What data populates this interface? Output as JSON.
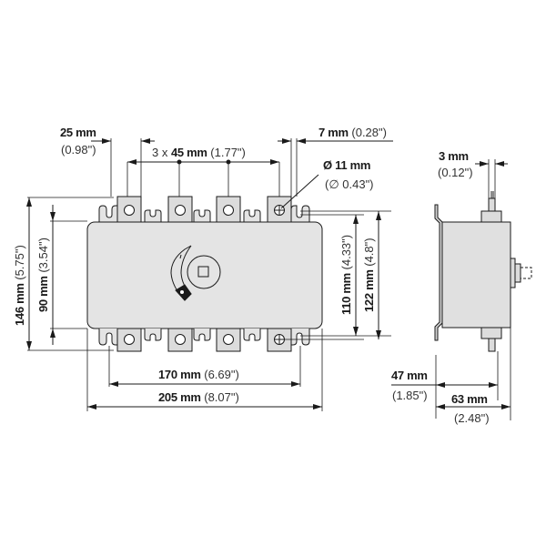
{
  "drawing": {
    "title": "Switch-disconnector dimension drawing",
    "colors": {
      "line": "#1a1a1a",
      "body_fill": "#e4e4e4",
      "terminal_fill": "#dcdcdc",
      "background": "#ffffff"
    },
    "front_view": {
      "dims": {
        "width_25": {
          "mm": "25 mm",
          "inch": "(0.98\")"
        },
        "pitch": {
          "prefix": "3 x ",
          "mm": "45 mm",
          "inch": "(1.77\")"
        },
        "width_7": {
          "mm": "7 mm",
          "inch": "(0.28\")"
        },
        "hole_dia": {
          "mm": "Ø 11 mm",
          "inch": "(∅ 0.43\")"
        },
        "height_146": {
          "mm": "146 mm",
          "inch": "(5.75\")"
        },
        "height_90": {
          "mm": "90 mm",
          "inch": "(3.54\")"
        },
        "height_110": {
          "mm": "110 mm",
          "inch": "(4.33\")"
        },
        "height_122": {
          "mm": "122 mm",
          "inch": "(4.8\")"
        },
        "width_170": {
          "mm": "170 mm",
          "inch": "(6.69\")"
        },
        "width_205": {
          "mm": "205 mm",
          "inch": "(8.07\")"
        }
      },
      "terminals_top": 4,
      "terminals_bottom": 4
    },
    "side_view": {
      "dims": {
        "width_3": {
          "mm": "3 mm",
          "inch": "(0.12\")"
        },
        "depth_47": {
          "mm": "47 mm",
          "inch": "(1.85\")"
        },
        "depth_63": {
          "mm": "63 mm",
          "inch": "(2.48\")"
        }
      }
    }
  }
}
